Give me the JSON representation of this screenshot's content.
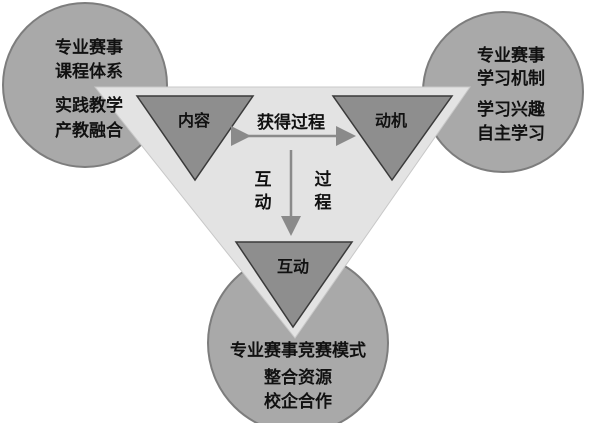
{
  "colors": {
    "circle_fill": "#a9a9a9",
    "circle_stroke": "#7d7d7d",
    "triangle_fill": "#e3e3e3",
    "inner_triangle_fill": "#8e8e8e",
    "arrow": "#8a8a8a",
    "text": "#111111"
  },
  "circles": {
    "top_left": {
      "line1": "专业赛事",
      "line2": "课程体系",
      "line3": "实践教学",
      "line4": "产教融合"
    },
    "top_right": {
      "line1": "专业赛事",
      "line2": "学习机制",
      "line3": "学习兴趣",
      "line4": "自主学习"
    },
    "bottom": {
      "line1": "专业赛事竞赛模式",
      "line2": "整合资源",
      "line3": "校企合作"
    }
  },
  "triangles": {
    "content": "内容",
    "motivation": "动机",
    "interaction": "互动"
  },
  "arrows": {
    "horizontal_label": "获得过程",
    "vertical_left": [
      "互",
      "动"
    ],
    "vertical_right": [
      "过",
      "程"
    ]
  }
}
